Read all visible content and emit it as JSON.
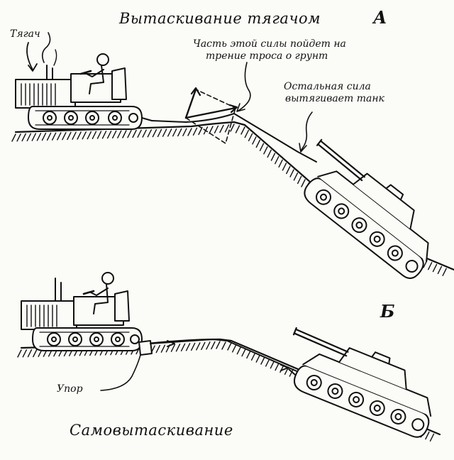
{
  "diagram": {
    "title_a": "Вытаскивание тягачом",
    "letter_a": "А",
    "label_tractor": "Тягач",
    "label_friction_line1": "Часть этой силы пойдет на",
    "label_friction_line2": "трение троса о грунт",
    "label_rest_line1": "Остальная сила",
    "label_rest_line2": "вытягивает танк",
    "letter_b": "Б",
    "label_stop": "Упор",
    "title_b": "Самовытаскивание"
  },
  "colors": {
    "ink": "#111111",
    "paper": "#fbfbf7"
  }
}
